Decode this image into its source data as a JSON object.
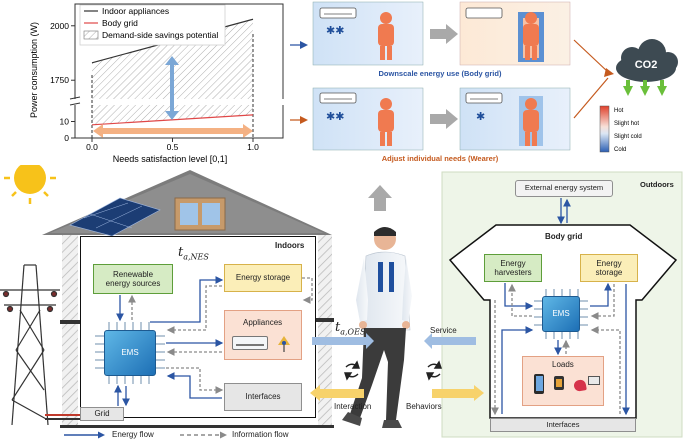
{
  "chart_data": {
    "type": "line",
    "xlabel": "Needs satisfaction level [0,1]",
    "ylabel": "Power consumption (W)",
    "x_ticks": [
      "0.0",
      "0.5",
      "1.0"
    ],
    "y_ticks": [
      "0",
      "10",
      "1750",
      "2000"
    ],
    "legend": [
      "Indoor appliances",
      "Body grid",
      "Demand-side savings potential"
    ],
    "series": [
      {
        "name": "Indoor appliances",
        "color": "#333333",
        "x": [
          0,
          1
        ],
        "y": [
          1830,
          2030
        ]
      },
      {
        "name": "Body grid",
        "color": "#e04848",
        "x": [
          0,
          1
        ],
        "y": [
          8,
          14
        ]
      }
    ]
  },
  "scenario": {
    "downscale_caption": "Downscale energy use (Body grid)",
    "adjust_caption": "Adjust individual needs (Wearer)"
  },
  "thermal_legend": [
    "Hot",
    "Slight hot",
    "Slight cold",
    "Cold"
  ],
  "co2_label": "CO2",
  "indoors": {
    "title": "Indoors",
    "t_nes": "t",
    "t_nes_sub": "a,NES",
    "renewable": "Renewable energy sources",
    "storage": "Energy storage",
    "appliances": "Appliances",
    "ems": "EMS",
    "interfaces": "Interfaces",
    "grid": "Grid"
  },
  "middle": {
    "t_oes": "t",
    "t_oes_sub": "a,OES",
    "service": "Service",
    "interaction": "Interaction",
    "behaviors": "Behaviors"
  },
  "outdoors": {
    "title": "Outdoors",
    "external": "External energy system",
    "body_grid": "Body grid",
    "harvesters": "Energy harvesters",
    "storage": "Energy storage",
    "ems": "EMS",
    "loads": "Loads",
    "interfaces": "Interfaces"
  },
  "legend": {
    "energy_flow": "Energy flow",
    "information_flow": "Information flow"
  },
  "colors": {
    "energy_flow": "#2b55a3",
    "information_flow": "#8a8a8a",
    "outdoor_bg": "#eef5e8",
    "savings_arrow": "#f4b183"
  }
}
